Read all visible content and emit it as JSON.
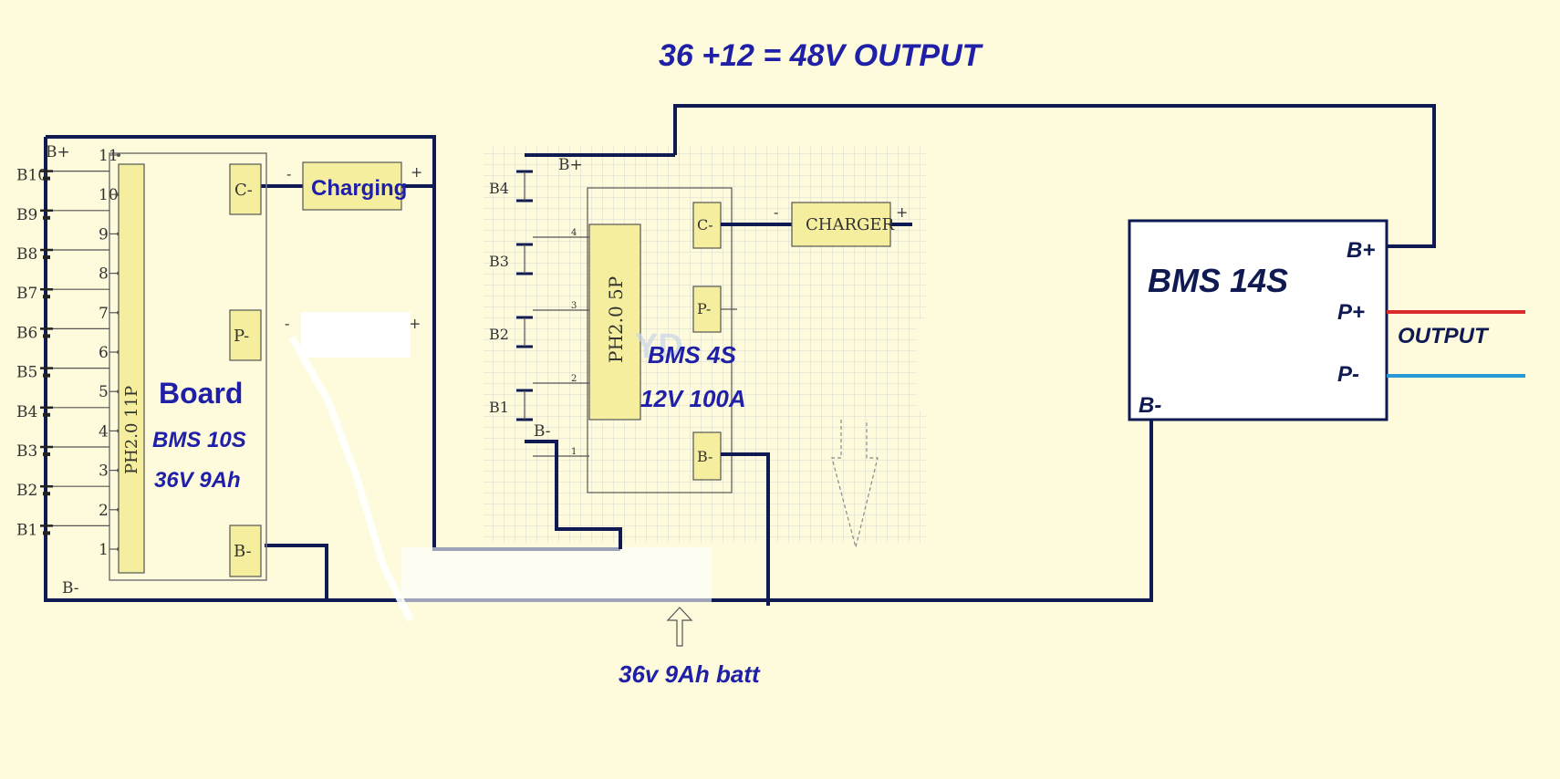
{
  "title": "36 +12 = 48V OUTPUT",
  "left_bms": {
    "b_plus": "B+",
    "b_minus": "B-",
    "cells": [
      "B10",
      "B9",
      "B8",
      "B7",
      "B6",
      "B5",
      "B4",
      "B3",
      "B2",
      "B1"
    ],
    "pins": [
      "11",
      "10",
      "9",
      "8",
      "7",
      "6",
      "5",
      "4",
      "3",
      "2",
      "1"
    ],
    "connector": "PH2.0 11P",
    "c_minus": "C-",
    "p_minus": "P-",
    "b_minus_pin": "B-",
    "charging_label": "Charging",
    "charging_minus": "-",
    "charging_plus": "+",
    "p_minus_sign": "-",
    "p_plus_sign": "+",
    "board_label": "Board",
    "bms_label": "BMS 10S",
    "spec_label": "36V 9Ah"
  },
  "mid_bms": {
    "b_plus": "B+",
    "b_minus": "B-",
    "cells": [
      "B4",
      "B3",
      "B2",
      "B1"
    ],
    "connector": "PH2.0 5P",
    "pin_numbers": [
      "4",
      "3",
      "2",
      "1"
    ],
    "c_minus": "C-",
    "p_minus": "P-",
    "b_minus_pin": "B-",
    "charger_label": "CHARGER",
    "charger_minus": "-",
    "charger_plus": "+",
    "bms_label": "BMS 4S",
    "spec_label": "12V 100A"
  },
  "right_bms": {
    "title": "BMS 14S",
    "b_plus": "B+",
    "p_plus": "P+",
    "p_minus": "P-",
    "b_minus": "B-",
    "output_label": "OUTPUT"
  },
  "battery_note": "36v 9Ah batt",
  "colors": {
    "wire": "#0f1a52",
    "label_blue": "#1f1fa8",
    "output_red": "#d92b2b",
    "output_blue": "#2a9ad6",
    "background": "#fdfbdb"
  }
}
